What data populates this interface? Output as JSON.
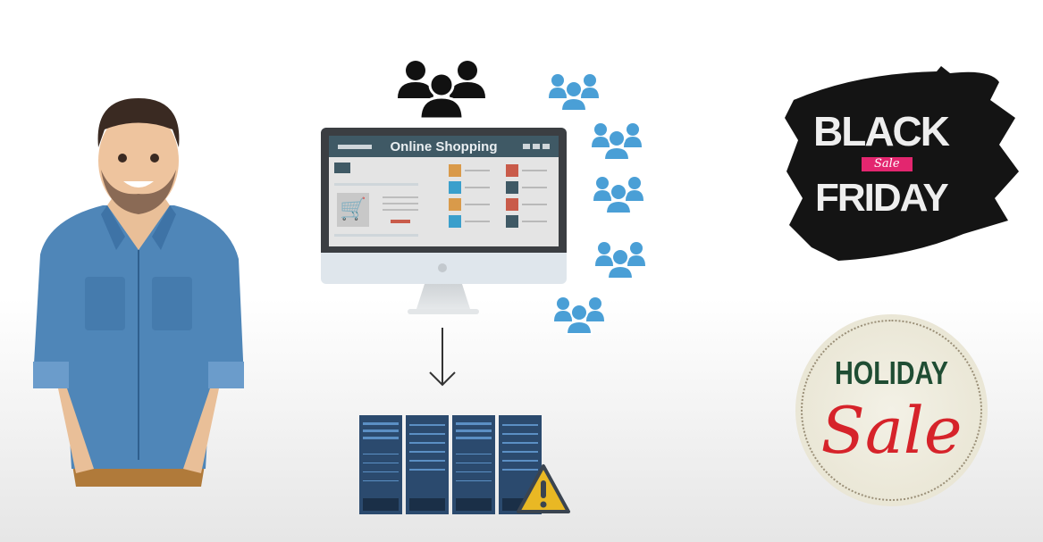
{
  "monitor": {
    "title": "Online Shopping"
  },
  "black_friday": {
    "line1": "BLACK",
    "ribbon": "Sale",
    "line2": "FRIDAY"
  },
  "holiday_sale": {
    "line1": "HOLIDAY",
    "line2": "Sale"
  },
  "colors": {
    "user_group_blue": "#4a9fd6",
    "screen_header": "#3f5965",
    "server_blue": "#2b4a6e",
    "warning_yellow": "#e9b824",
    "holiday_red": "#d6232a",
    "holiday_green": "#1f4d33",
    "ribbon_pink": "#e3266f"
  }
}
